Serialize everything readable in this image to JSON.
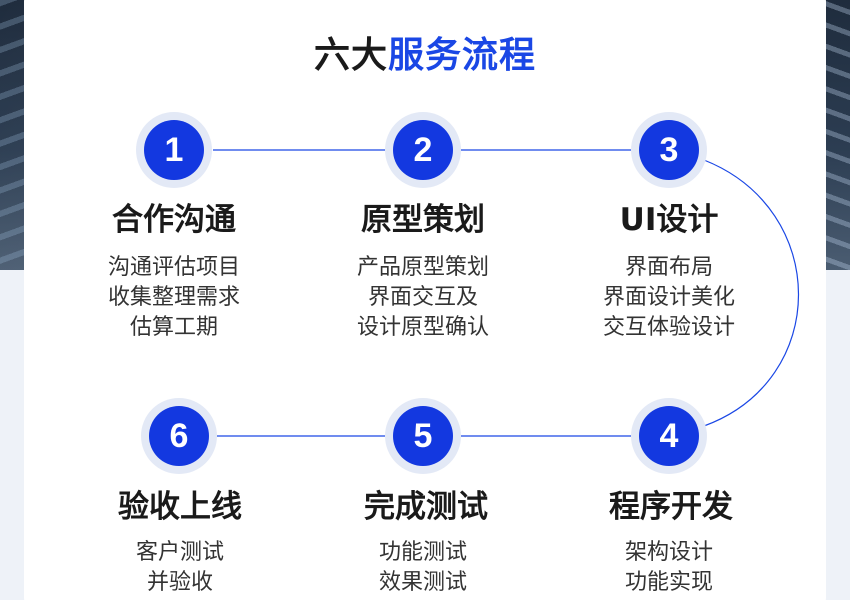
{
  "title": {
    "prefix": "六大",
    "highlight": "服务流程"
  },
  "colors": {
    "accent": "#1a47e5",
    "badge": "#1338e0",
    "badge_ring": "#e3e9f6",
    "connector": "#1a47e5"
  },
  "steps": [
    {
      "number": "1",
      "name": "合作沟通",
      "lines": [
        "沟通评估项目",
        "收集整理需求",
        "估算工期"
      ]
    },
    {
      "number": "2",
      "name": "原型策划",
      "lines": [
        "产品原型策划",
        "界面交互及",
        "设计原型确认"
      ]
    },
    {
      "number": "3",
      "name": "UI设计",
      "lines": [
        "界面布局",
        "界面设计美化",
        "交互体验设计"
      ]
    },
    {
      "number": "4",
      "name": "程序开发",
      "lines": [
        "架构设计",
        "功能实现"
      ]
    },
    {
      "number": "5",
      "name": "完成测试",
      "lines": [
        "功能测试",
        "效果测试"
      ]
    },
    {
      "number": "6",
      "name": "验收上线",
      "lines": [
        "客户测试",
        "并验收"
      ]
    }
  ]
}
